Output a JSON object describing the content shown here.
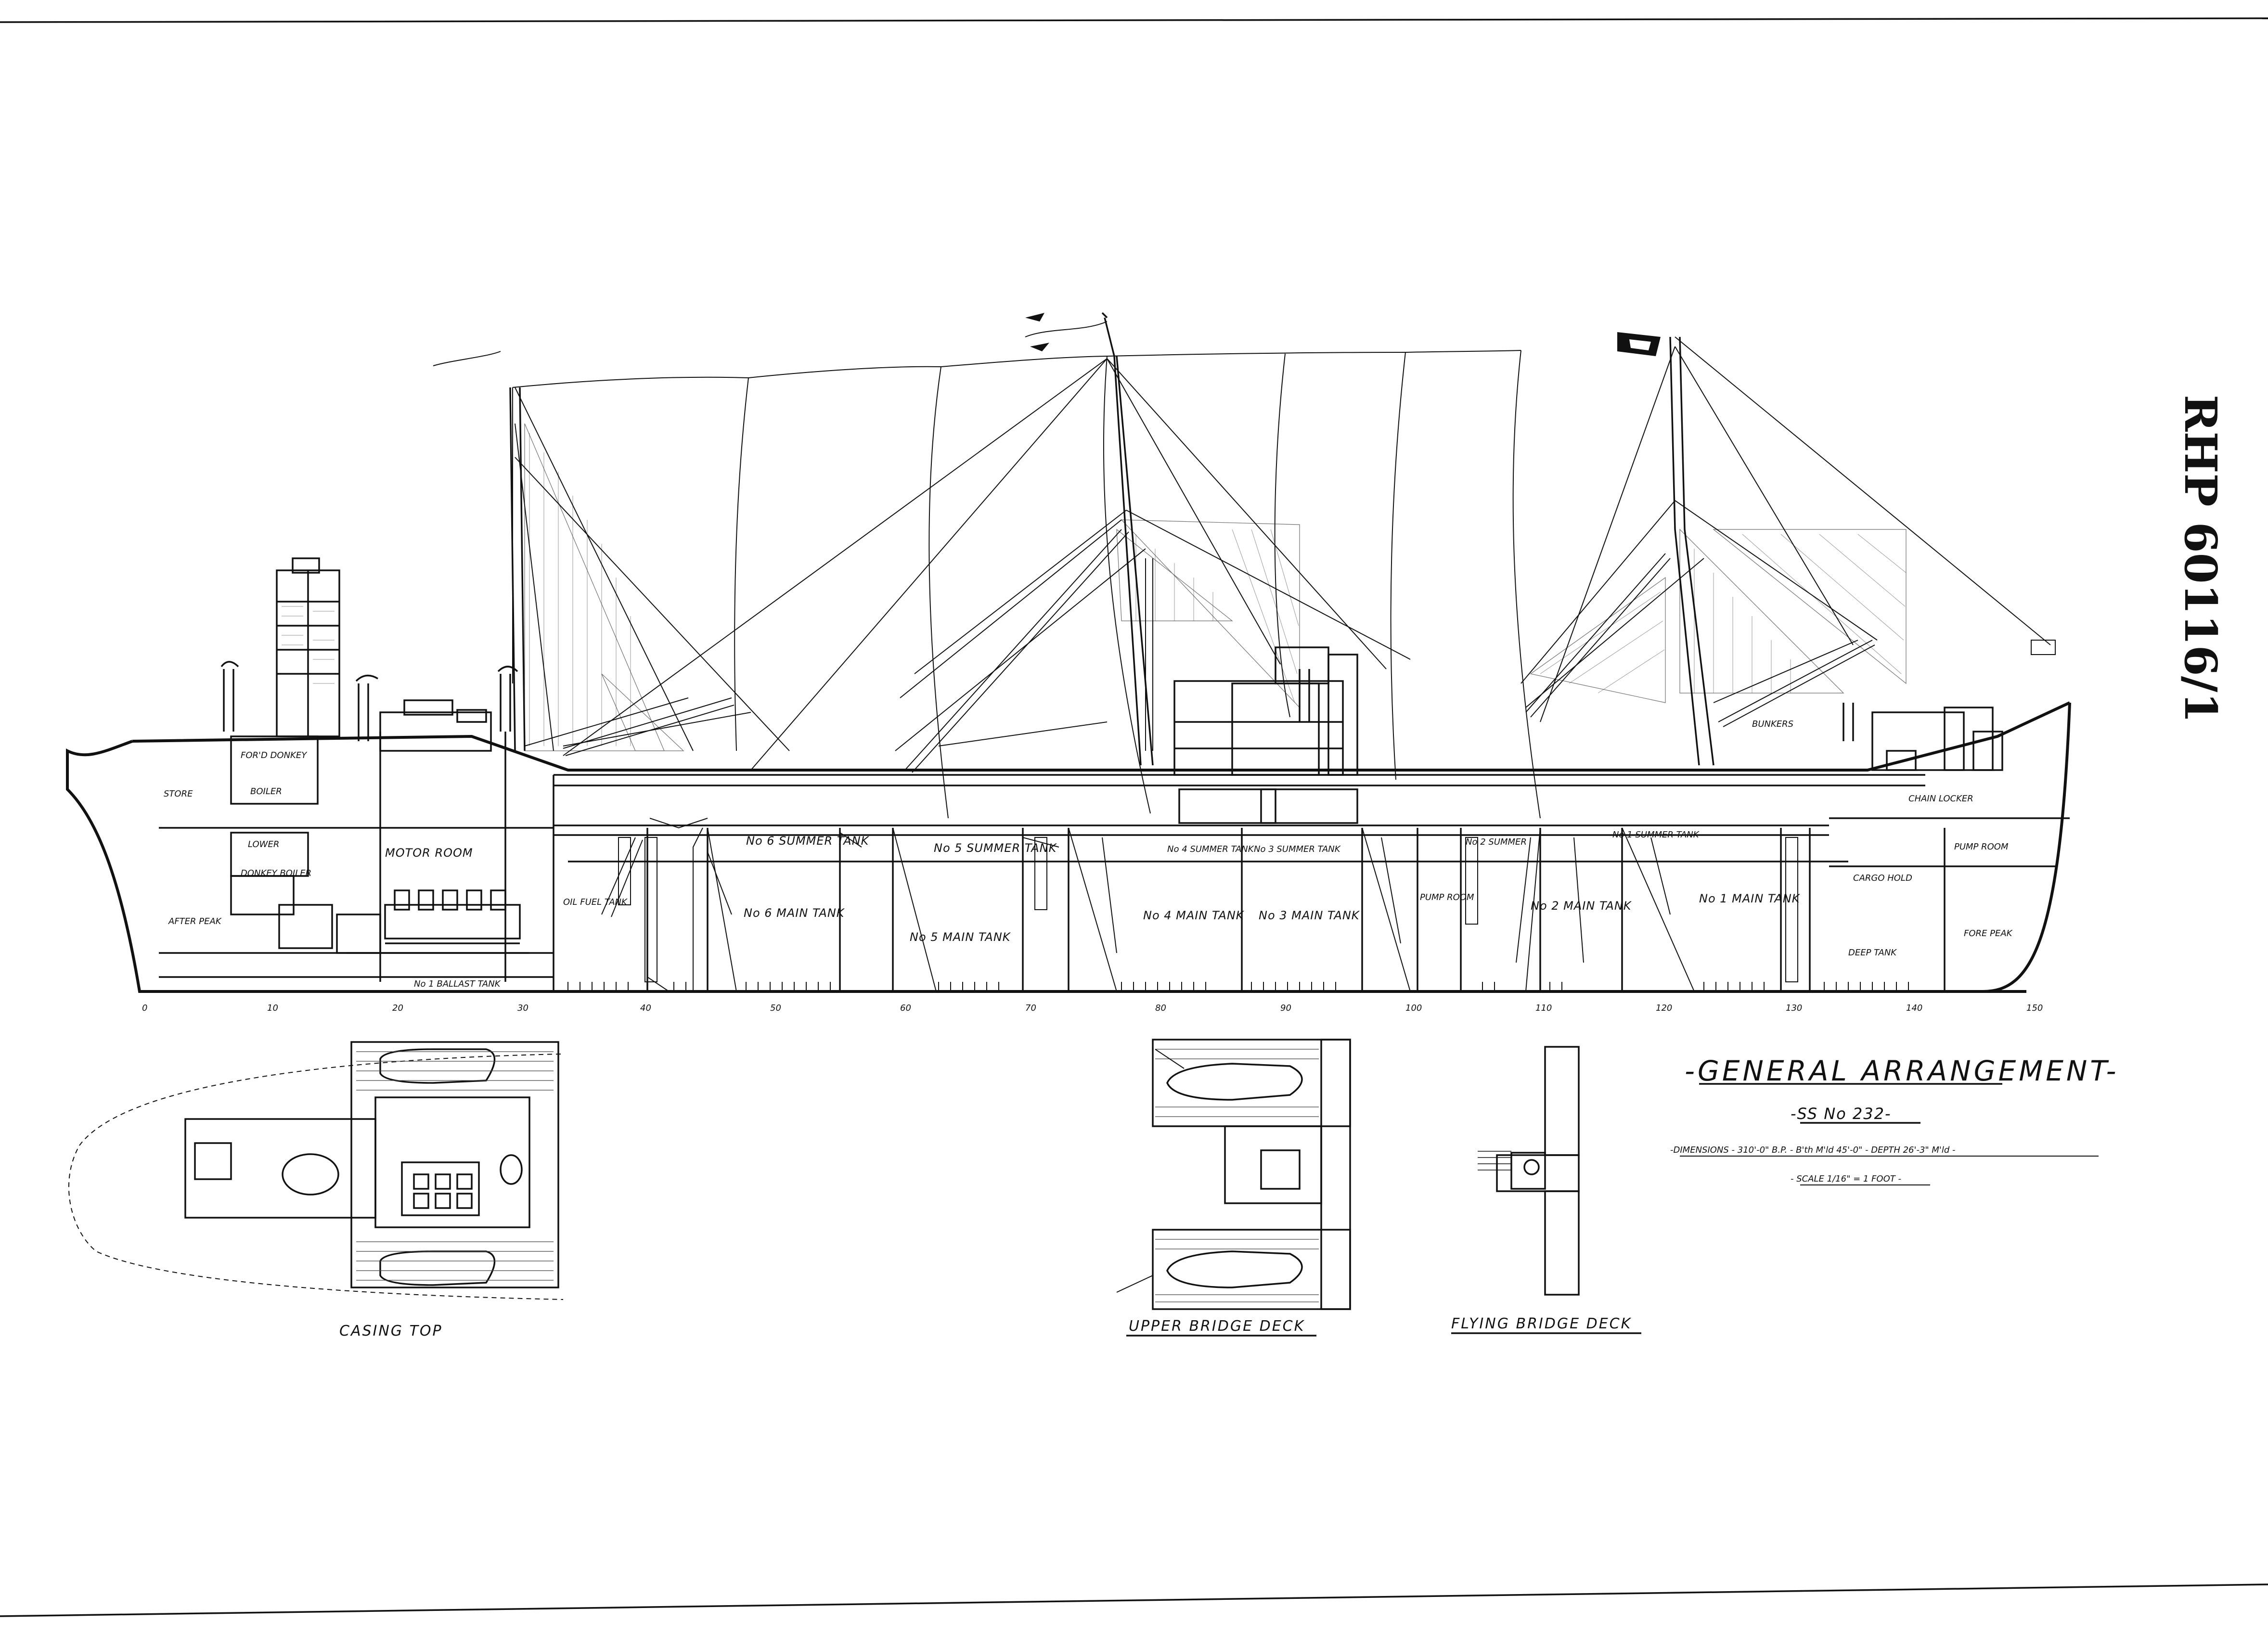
{
  "sheet": {
    "reference": "RHP 60116/1",
    "title": "-GENERAL ARRANGEMENT-",
    "subtitle": "-SS No 232-",
    "dimensions": "-DIMENSIONS - 310'-0\" B.P. - B'th M'ld 45'-0\" - DEPTH 26'-3\" M'ld -",
    "scale": "- SCALE 1/16\" = 1 FOOT -"
  },
  "profile": {
    "compartments": [
      {
        "id": "store",
        "text": "STORE"
      },
      {
        "id": "fore-donkey",
        "text": "FOR'D DONKEY"
      },
      {
        "id": "boiler",
        "text": "BOILER"
      },
      {
        "id": "lower",
        "text": "LOWER"
      },
      {
        "id": "donkey-boiler",
        "text": "DONKEY BOILER"
      },
      {
        "id": "after-peak",
        "text": "AFTER PEAK"
      },
      {
        "id": "motor-room",
        "text": "MOTOR ROOM"
      },
      {
        "id": "oil-fuel-tank",
        "text": "OIL FUEL TANK"
      },
      {
        "id": "no6-summer",
        "text": "No 6 SUMMER TANK"
      },
      {
        "id": "no6-main",
        "text": "No 6 MAIN TANK"
      },
      {
        "id": "no5-summer",
        "text": "No 5 SUMMER TANK"
      },
      {
        "id": "no5-main",
        "text": "No 5 MAIN TANK"
      },
      {
        "id": "no4-summer",
        "text": "No 4 SUMMER TANK"
      },
      {
        "id": "no4-main",
        "text": "No 4 MAIN TANK"
      },
      {
        "id": "no3-summer",
        "text": "No 3 SUMMER TANK"
      },
      {
        "id": "no3-main",
        "text": "No 3 MAIN TANK"
      },
      {
        "id": "pump-room",
        "text": "PUMP ROOM"
      },
      {
        "id": "no2-summer",
        "text": "No 2 SUMMER"
      },
      {
        "id": "no2-main",
        "text": "No 2 MAIN TANK"
      },
      {
        "id": "no1-summer",
        "text": "No 1 SUMMER TANK"
      },
      {
        "id": "no1-main",
        "text": "No 1 MAIN TANK"
      },
      {
        "id": "bunkers",
        "text": "BUNKERS"
      },
      {
        "id": "chain-locker",
        "text": "CHAIN LOCKER"
      },
      {
        "id": "cargo-hold",
        "text": "CARGO HOLD"
      },
      {
        "id": "deep-tank",
        "text": "DEEP TANK"
      },
      {
        "id": "pump-room-fwd",
        "text": "PUMP ROOM"
      },
      {
        "id": "fore-peak",
        "text": "FORE PEAK"
      },
      {
        "id": "ballast-tank",
        "text": "No 1 BALLAST TANK"
      }
    ],
    "frame_numbers": [
      "0",
      "10",
      "20",
      "30",
      "40",
      "50",
      "60",
      "70",
      "80",
      "90",
      "100",
      "110",
      "120",
      "130",
      "140",
      "150"
    ]
  },
  "plans": {
    "casing_top": {
      "caption": "CASING TOP"
    },
    "upper_bridge_deck": {
      "caption": "UPPER BRIDGE DECK"
    },
    "flying_bridge_deck": {
      "caption": "FLYING BRIDGE DECK"
    }
  }
}
